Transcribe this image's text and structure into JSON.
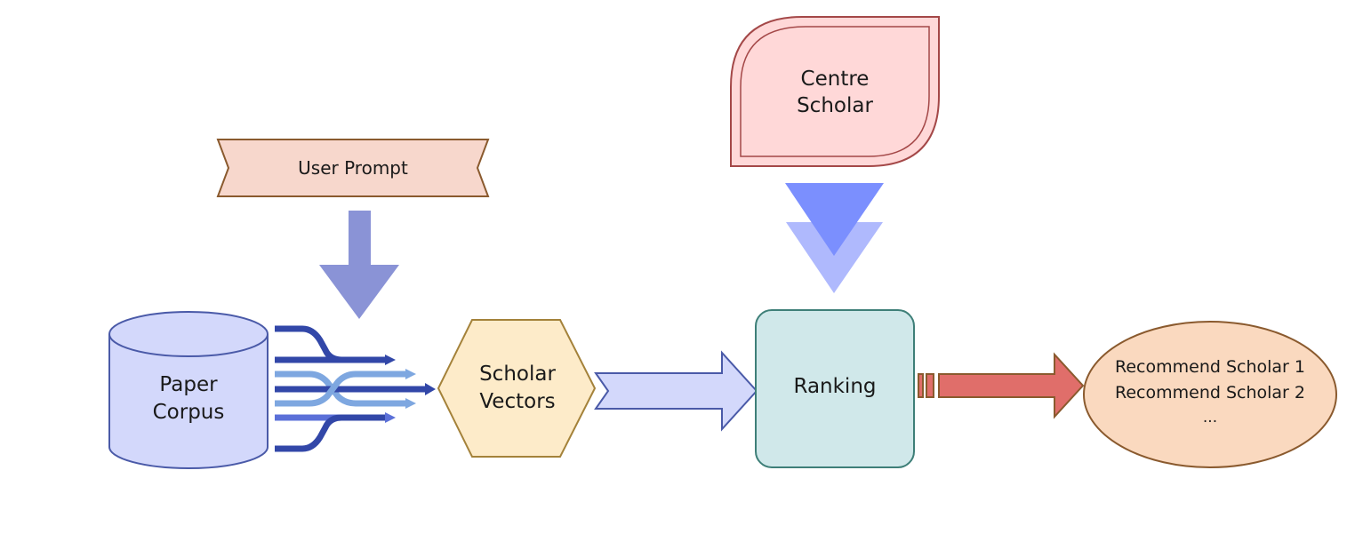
{
  "nodes": {
    "user_prompt": "User Prompt",
    "paper_corpus": [
      "Paper",
      "Corpus"
    ],
    "scholar_vectors": [
      "Scholar",
      "Vectors"
    ],
    "centre_scholar": [
      "Centre",
      "Scholar"
    ],
    "ranking": "Ranking",
    "recommendations": [
      "Recommend Scholar 1",
      "Recommend Scholar 2",
      "..."
    ]
  },
  "colors": {
    "prompt_fill": "#f7d7cc",
    "prompt_stroke": "#8a5a2e",
    "corpus_fill": "#d3d8fb",
    "corpus_stroke": "#4a5aa8",
    "vectors_fill": "#fdebc9",
    "vectors_stroke": "#a4823a",
    "centre_fill": "#ffd8d8",
    "centre_stroke": "#a44848",
    "ranking_fill": "#d0e8ea",
    "ranking_stroke": "#3e7f78",
    "result_fill": "#fad9bf",
    "result_stroke": "#8a5a2e",
    "arrow_prompt": "#8a93d6",
    "arrow_centre_top": "#7b8ffe",
    "arrow_centre_bottom": "#afb9fd",
    "arrow_vectors": "#d3d8fb",
    "arrow_result": "#e06e6a",
    "flow_dark": "#3247a8",
    "flow_mid": "#5b70d8",
    "flow_light": "#7ea7e0"
  }
}
